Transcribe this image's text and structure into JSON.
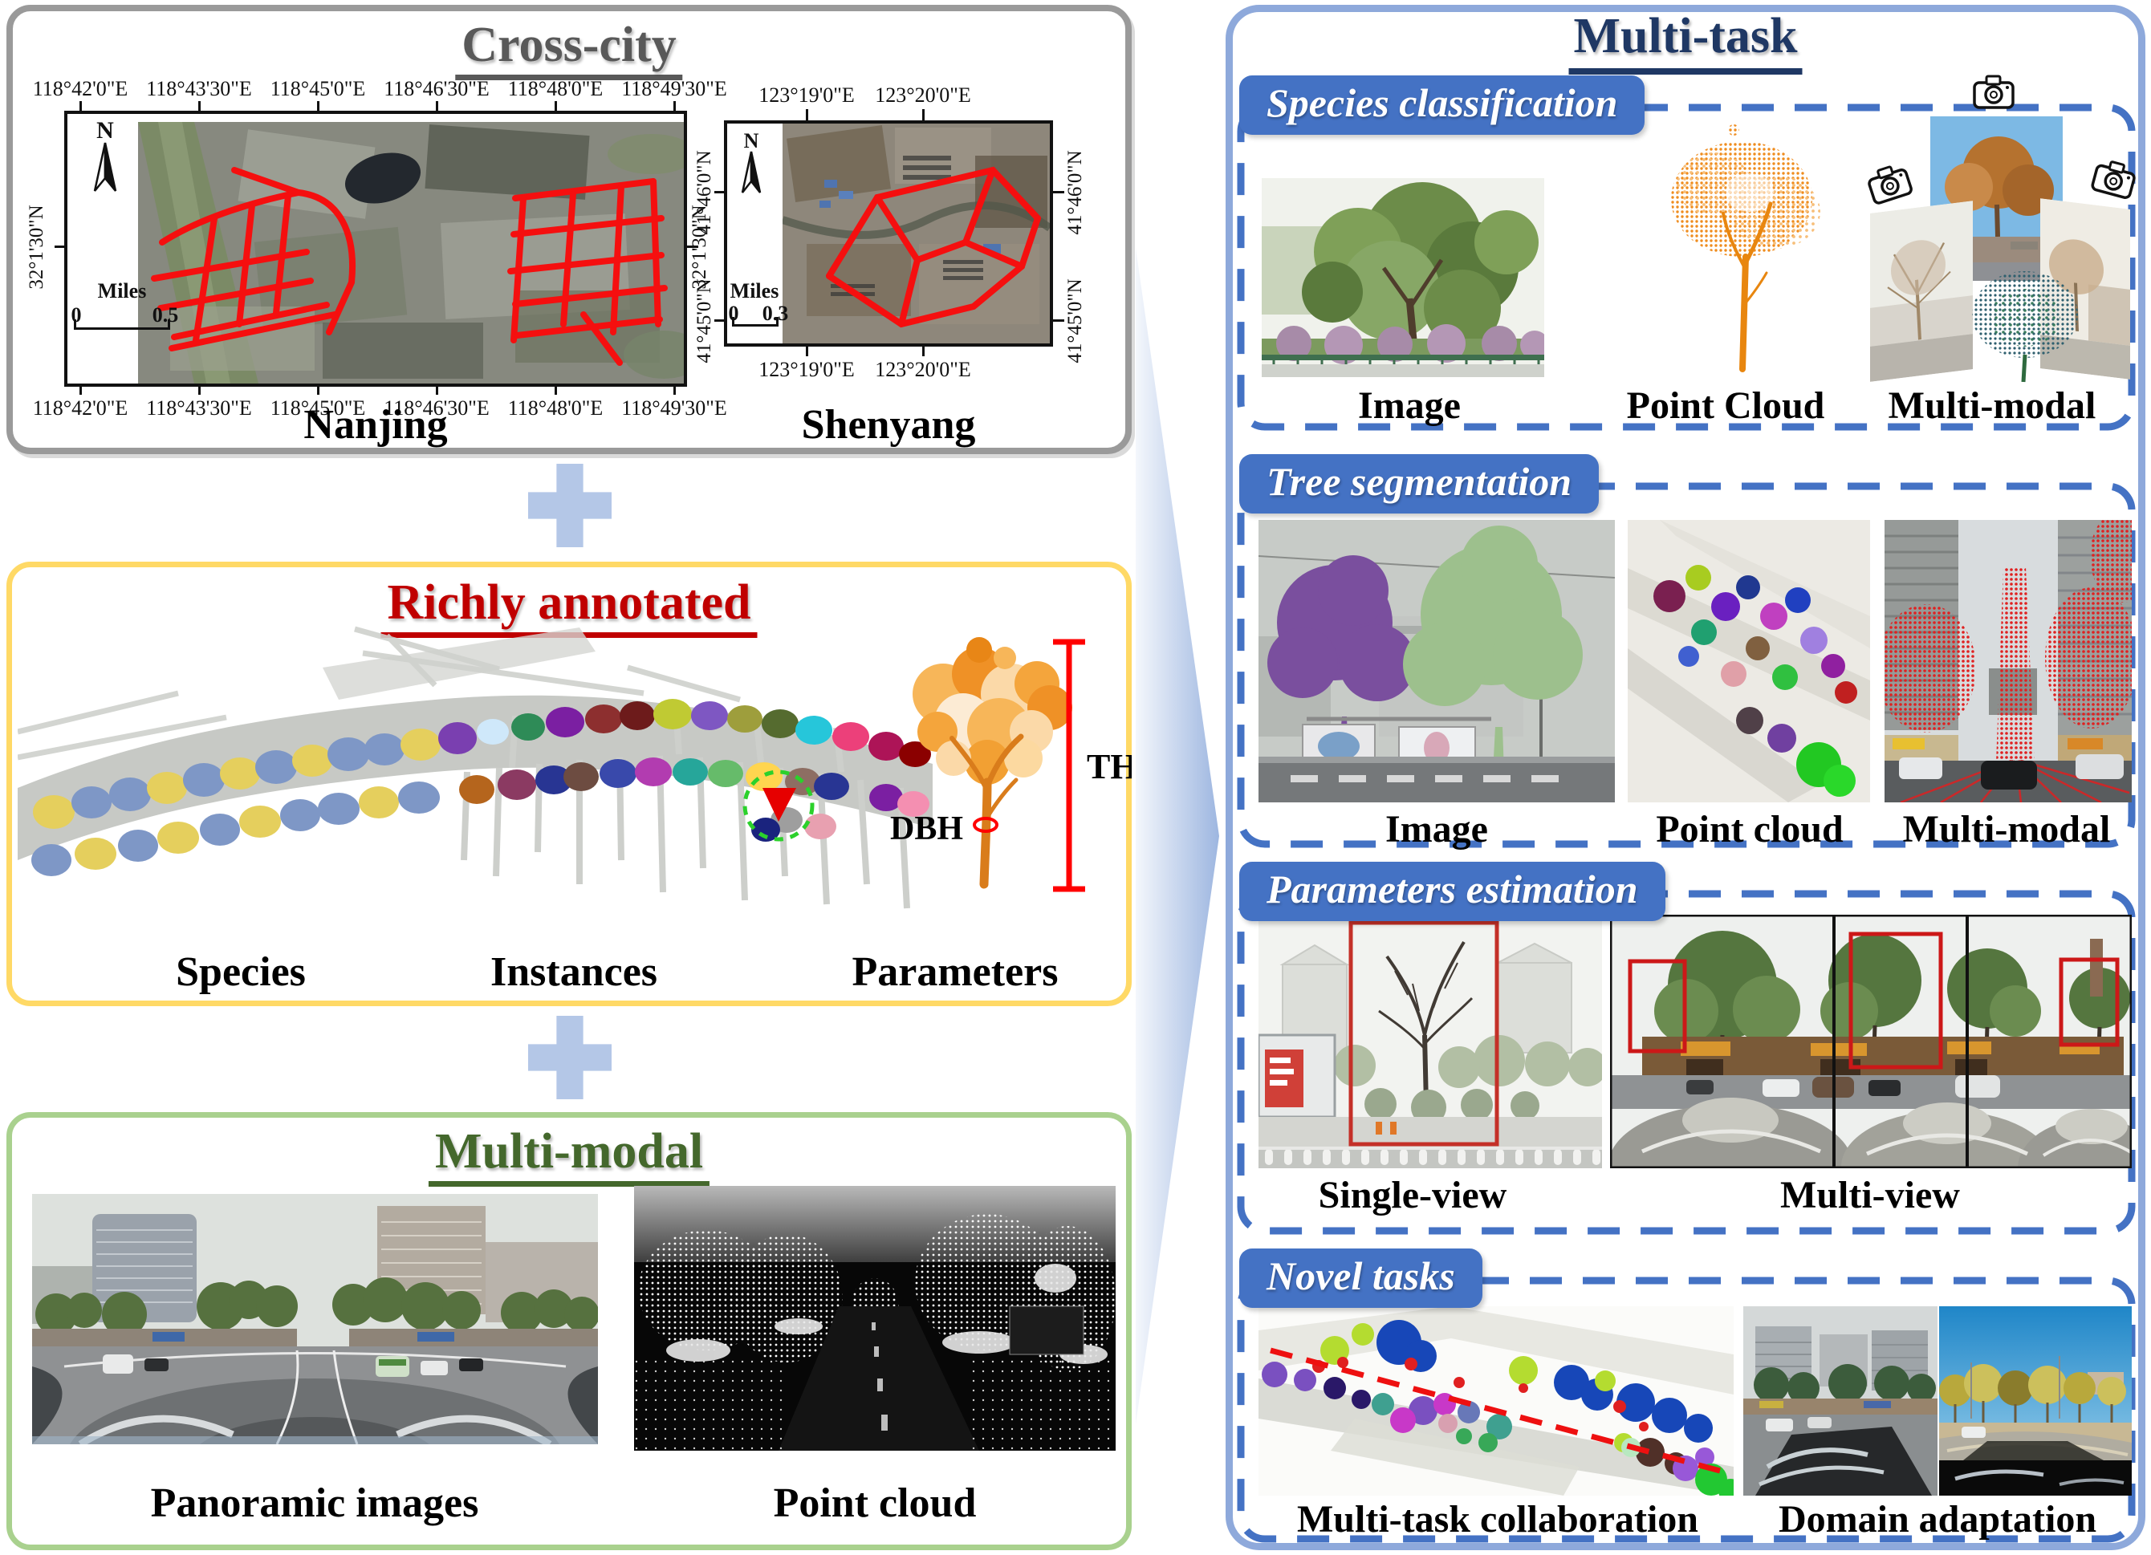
{
  "colors": {
    "accent_blue": "#4472c4",
    "outer_border_blue": "#8ea9db",
    "title_navy": "#1f3864",
    "title_gray": "#595959",
    "title_red": "#c00000",
    "title_green": "#44682c",
    "panel_border_gray": "#9a9a9a",
    "panel_border_yellow": "#ffd966",
    "panel_border_green": "#a9d18e",
    "plus_blue": "#b4c7e7",
    "road_red": "#ff0000",
    "annotation_red": "#c00000"
  },
  "cross_city": {
    "title": "Cross-city",
    "nanjing": {
      "name": "Nanjing",
      "north_label": "N",
      "top_ticks": [
        "118°42'0\"E",
        "118°43'30\"E",
        "118°45'0\"E",
        "118°46'30\"E",
        "118°48'0\"E",
        "118°49'30\"E"
      ],
      "left_tick": "32°1'30\"N",
      "right_tick": "32°1'30\"N",
      "scale_unit": "Miles",
      "scale_start": "0",
      "scale_end": "0.5"
    },
    "shenyang": {
      "name": "Shenyang",
      "north_label": "N",
      "top_ticks": [
        "123°19'0\"E",
        "123°20'0\"E"
      ],
      "left_ticks": [
        "41°46'0\"N",
        "41°45'0\"N"
      ],
      "right_ticks": [
        "41°46'0\"N",
        "41°45'0\"N"
      ],
      "scale_unit": "Miles",
      "scale_start": "0",
      "scale_end": "0.3"
    }
  },
  "richly_annotated": {
    "title": "Richly annotated",
    "labels": {
      "species": "Species",
      "instances": "Instances",
      "parameters": "Parameters"
    },
    "tree_height_label": "TH",
    "dbh_label": "DBH"
  },
  "multi_modal_panel": {
    "title": "Multi-modal",
    "labels": {
      "panoramic": "Panoramic images",
      "point_cloud": "Point cloud"
    }
  },
  "multi_task": {
    "title": "Multi-task",
    "species_classification": {
      "header": "Species classification",
      "items": {
        "image": "Image",
        "point_cloud": "Point Cloud",
        "multi_modal": "Multi-modal"
      }
    },
    "tree_segmentation": {
      "header": "Tree segmentation",
      "items": {
        "image": "Image",
        "point_cloud": "Point cloud",
        "multi_modal": "Multi-modal"
      }
    },
    "parameters_estimation": {
      "header": "Parameters estimation",
      "items": {
        "single_view": "Single-view",
        "multi_view": "Multi-view"
      }
    },
    "novel_tasks": {
      "header": "Novel tasks",
      "items": {
        "collaboration": "Multi-task collaboration",
        "domain_adaptation": "Domain adaptation"
      }
    }
  }
}
